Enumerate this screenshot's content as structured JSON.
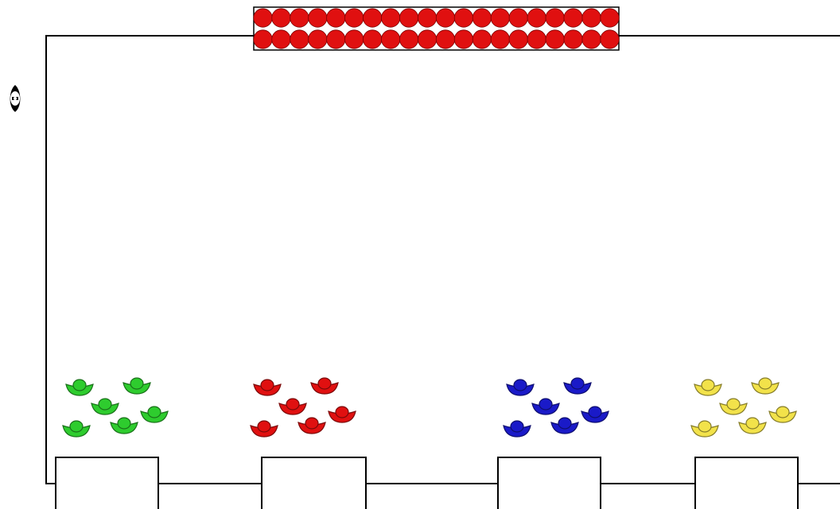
{
  "game": {
    "colors": {
      "line": "#000000",
      "background": "#ffffff",
      "green": "#2ecc2e",
      "red": "#e01010",
      "blue": "#1a1ac8",
      "yellow": "#f2e24a"
    },
    "ball_tray": {
      "rows": 2,
      "balls_per_row": 20,
      "ball_color": "red"
    },
    "player_token": {
      "icon": "eye-token-icon"
    },
    "piles": [
      {
        "id": "green",
        "color": "green",
        "ingots": 6
      },
      {
        "id": "red",
        "color": "red",
        "ingots": 6
      },
      {
        "id": "blue",
        "color": "blue",
        "ingots": 6
      },
      {
        "id": "yellow",
        "color": "yellow",
        "ingots": 6
      }
    ],
    "slots": [
      {
        "id": "slot-1"
      },
      {
        "id": "slot-2"
      },
      {
        "id": "slot-3"
      },
      {
        "id": "slot-4"
      }
    ]
  }
}
